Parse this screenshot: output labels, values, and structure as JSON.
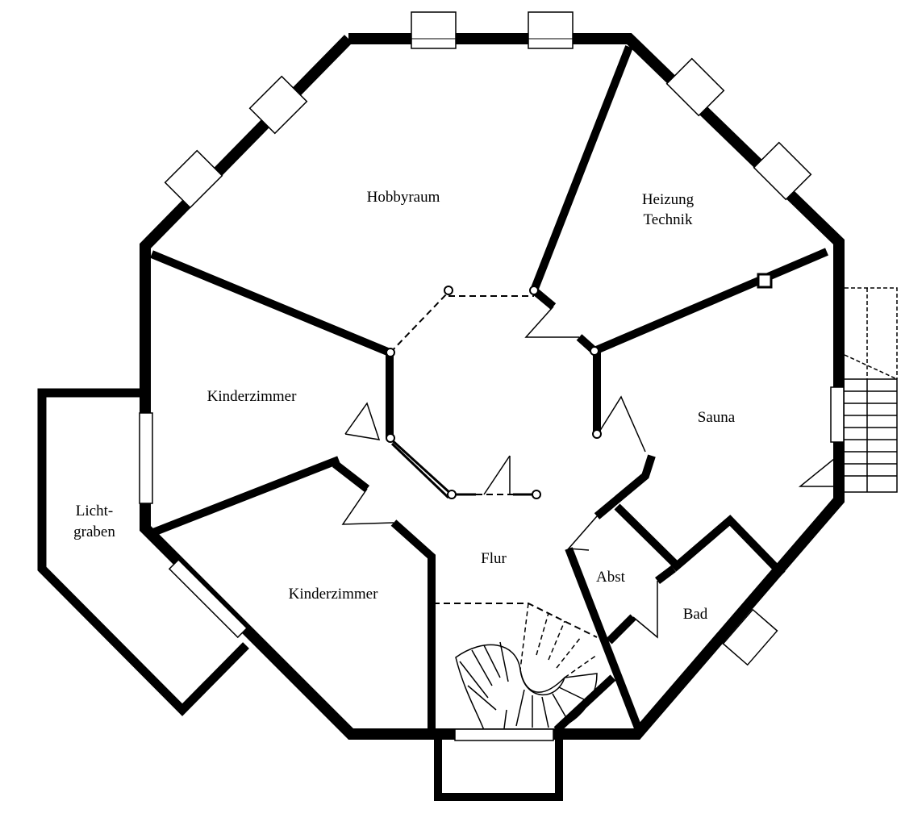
{
  "rooms": {
    "hobbyraum": "Hobbyraum",
    "heizung_line1": "Heizung",
    "heizung_line2": "Technik",
    "kinderzimmer_upper": "Kinderzimmer",
    "sauna": "Sauna",
    "lichtgraben_line1": "Licht-",
    "lichtgraben_line2": "graben",
    "kinderzimmer_lower": "Kinderzimmer",
    "flur": "Flur",
    "abst": "Abst",
    "bad": "Bad"
  },
  "colors": {
    "wall": "#000000",
    "background": "#ffffff"
  }
}
